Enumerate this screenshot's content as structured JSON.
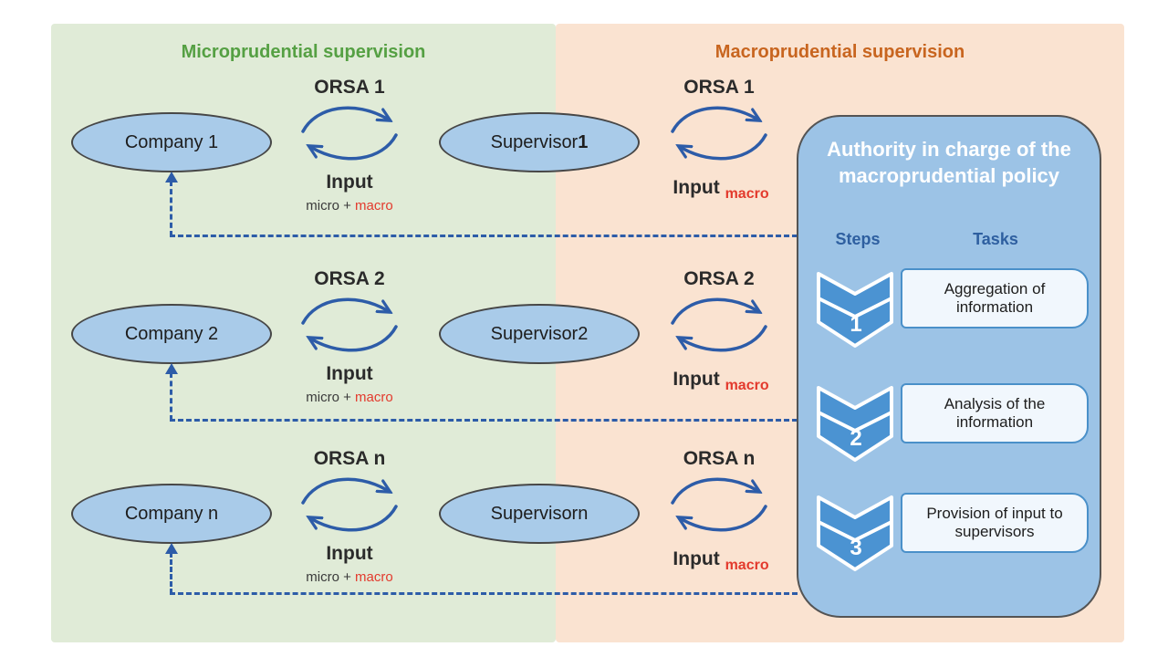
{
  "regions": {
    "micro": {
      "title": "Microprudential supervision",
      "title_color": "#55a043",
      "bg_color": "#e0ebd7"
    },
    "macro": {
      "title": "Macroprudential supervision",
      "title_color": "#c8651f",
      "bg_color": "#fae3d1"
    }
  },
  "rows": [
    {
      "company": "Company 1",
      "supervisor_prefix": "Supervisor ",
      "supervisor_num": "1",
      "orsa_left": "ORSA 1",
      "input_left": "Input",
      "input_left_sub_plain": "micro + ",
      "input_left_sub_red": "macro",
      "orsa_right": "ORSA 1",
      "input_right": "Input",
      "input_right_sub": "macro"
    },
    {
      "company": "Company 2",
      "supervisor_prefix": "Supervisor ",
      "supervisor_num": "2",
      "orsa_left": "ORSA 2",
      "input_left": "Input",
      "input_left_sub_plain": "micro + ",
      "input_left_sub_red": "macro",
      "orsa_right": "ORSA 2",
      "input_right": "Input",
      "input_right_sub": "macro"
    },
    {
      "company": "Company n",
      "supervisor_prefix": "Supervisor ",
      "supervisor_num": "n",
      "orsa_left": "ORSA n",
      "input_left": "Input",
      "input_left_sub_plain": "micro + ",
      "input_left_sub_red": "macro",
      "orsa_right": "ORSA n",
      "input_right": "Input",
      "input_right_sub": "macro"
    }
  ],
  "authority": {
    "title": "Authority in charge of the macroprudential policy",
    "steps_header": "Steps",
    "tasks_header": "Tasks",
    "steps": [
      {
        "number": "1",
        "task": "Aggregation of information"
      },
      {
        "number": "2",
        "task": "Analysis of the information"
      },
      {
        "number": "3",
        "task": "Provision of input to supervisors"
      }
    ]
  },
  "colors": {
    "ellipse_fill": "#a9cbe9",
    "ellipse_border": "#474747",
    "arrow_blue": "#2d5ca8",
    "red_text": "#e33a2d",
    "dark_text": "#2b2b2b",
    "authority_fill": "#9cc3e6",
    "authority_border": "#545454",
    "chevron_fill": "#4b93d2",
    "task_fill": "#f1f7fd",
    "task_border": "#4a90c9",
    "header_blue": "#2e5fa0"
  }
}
